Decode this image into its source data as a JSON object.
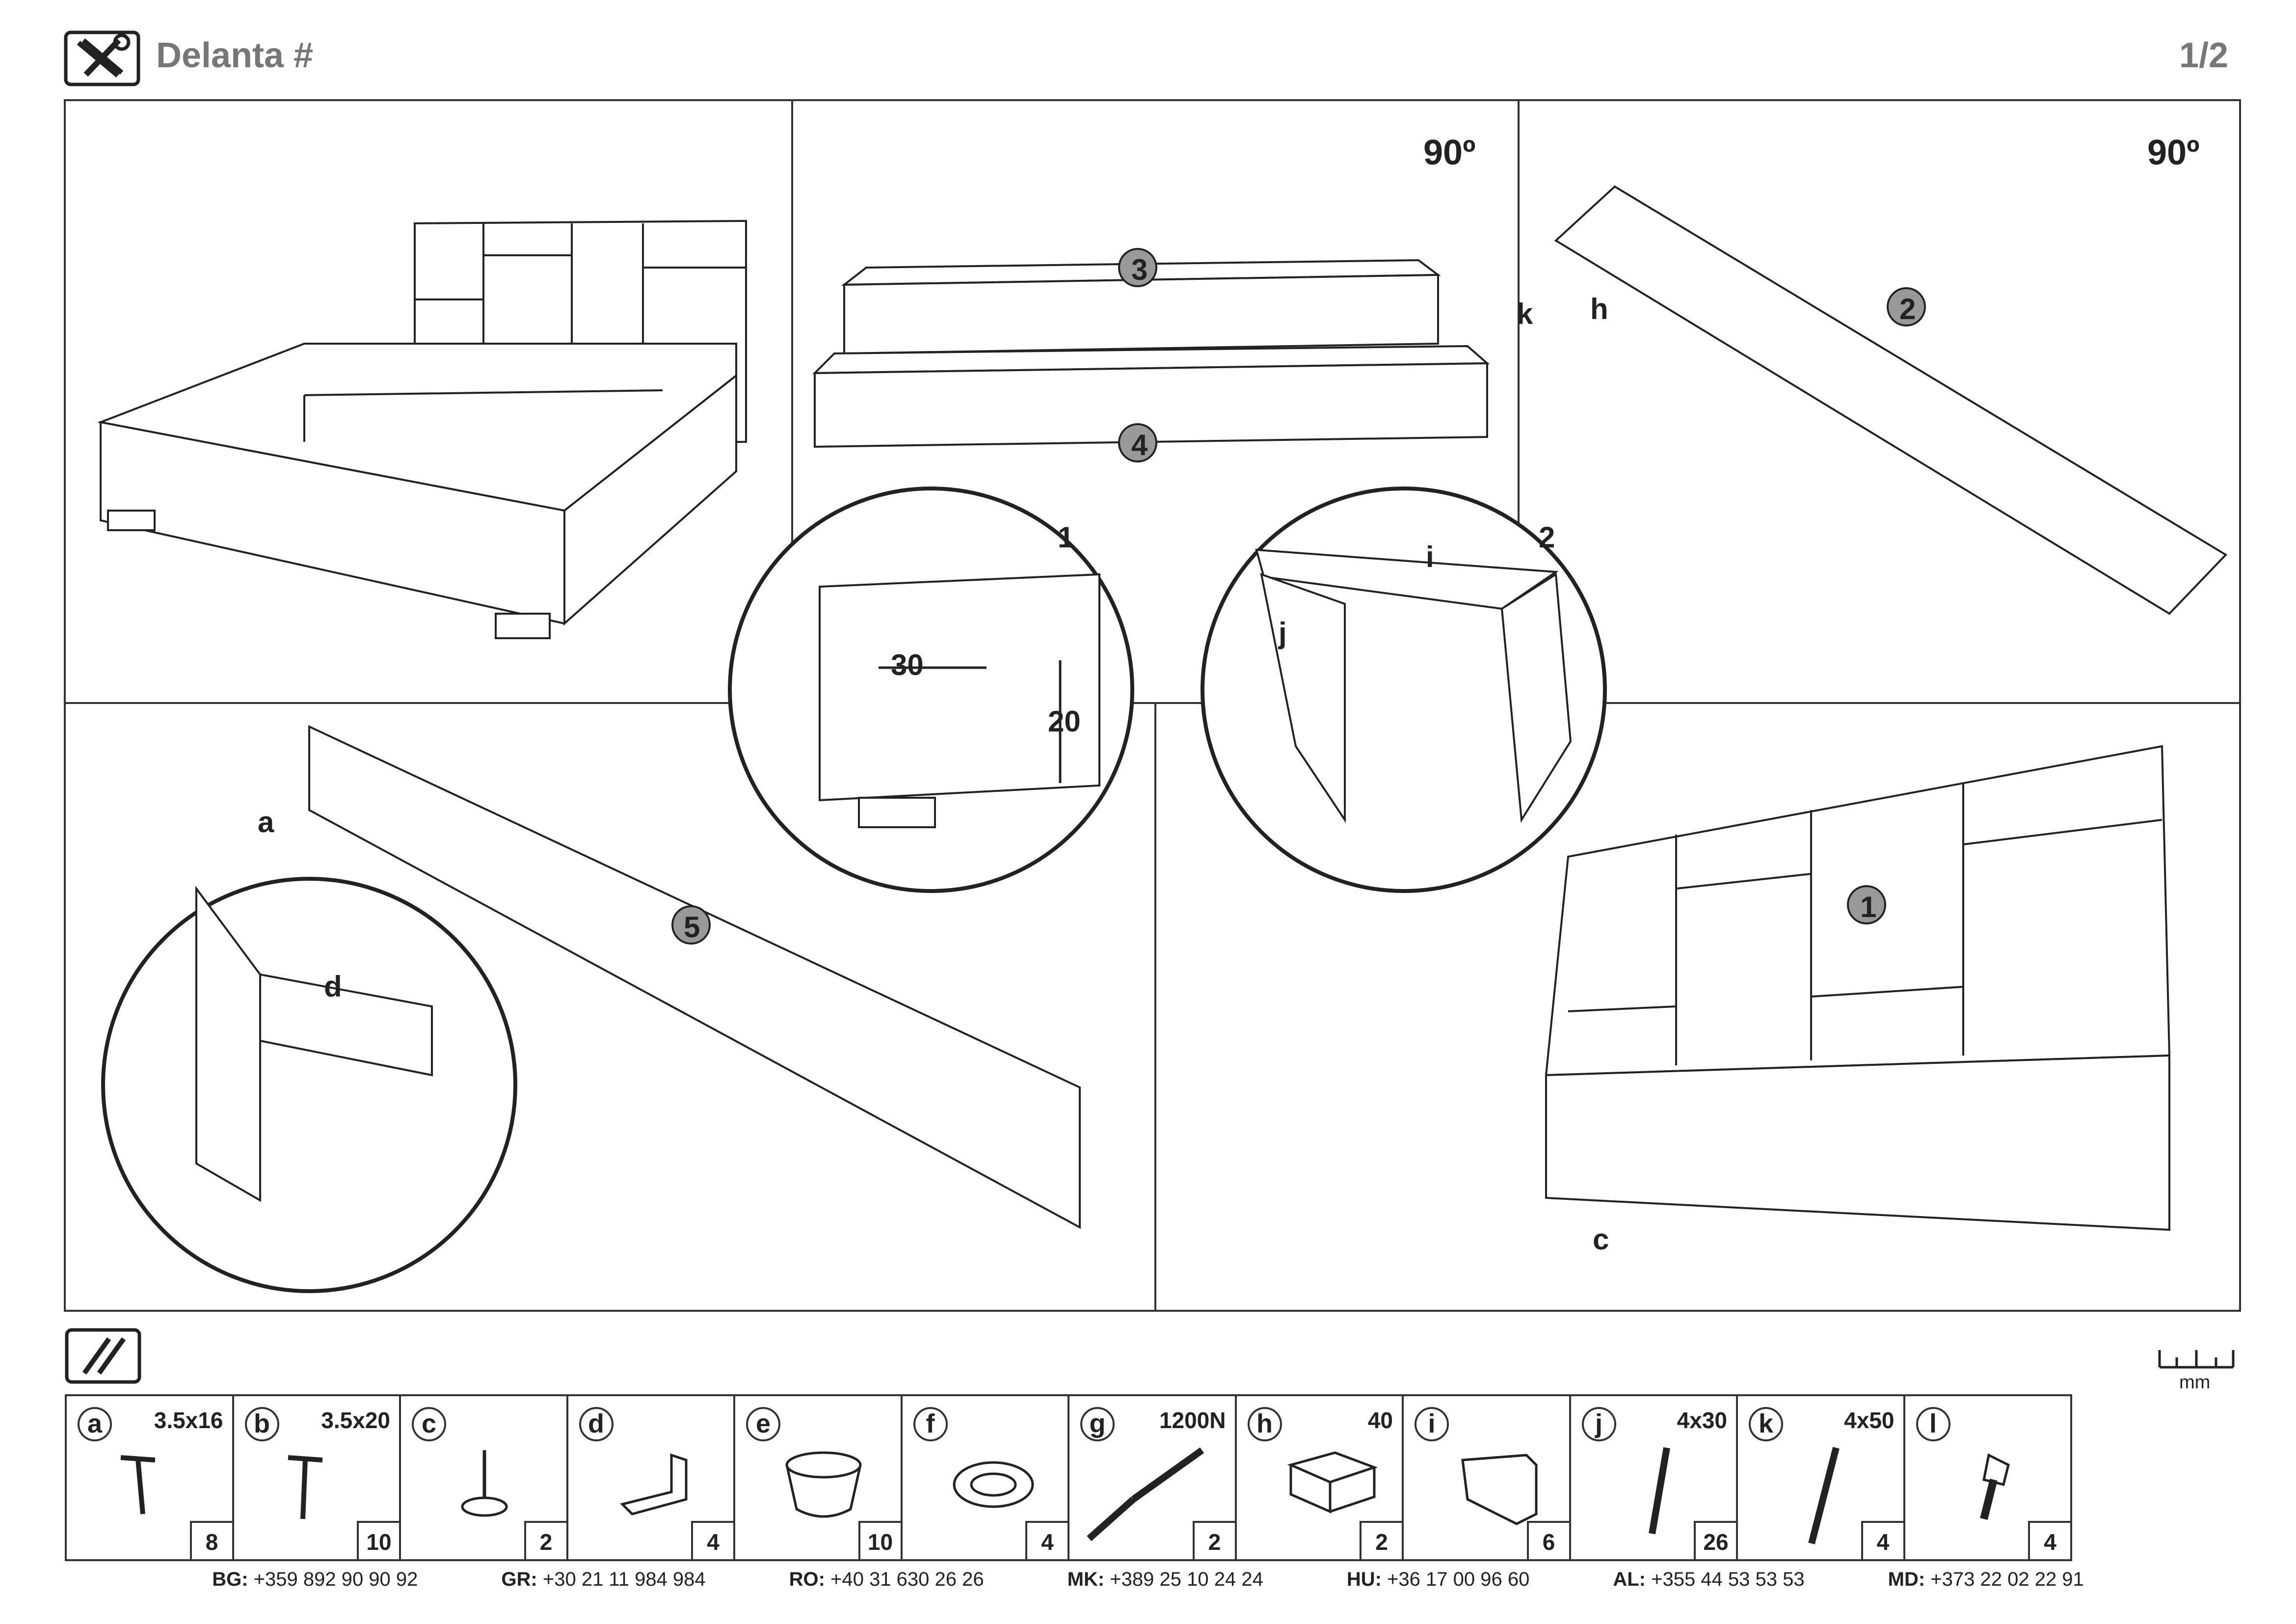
{
  "header": {
    "title": "Delanta #",
    "page": "1/2",
    "tools_icon": "wrench-screwdriver-icon"
  },
  "steps": {
    "rotate_label": "90º",
    "panel_labels": [
      "3",
      "4",
      "2",
      "5",
      "1"
    ],
    "detail_labels": [
      "1",
      "2"
    ],
    "dimension_30": "30",
    "dimension_20": "20",
    "part_letters": [
      "a",
      "c",
      "d",
      "h",
      "i",
      "j",
      "k"
    ]
  },
  "parts_icon": "screws-icon",
  "ruler_unit": "mm",
  "parts": [
    {
      "letter": "a",
      "size": "3.5x16",
      "qty": "8"
    },
    {
      "letter": "b",
      "size": "3.5x20",
      "qty": "10"
    },
    {
      "letter": "c",
      "size": "",
      "qty": "2"
    },
    {
      "letter": "d",
      "size": "",
      "qty": "4"
    },
    {
      "letter": "e",
      "size": "",
      "qty": "10"
    },
    {
      "letter": "f",
      "size": "",
      "qty": "4"
    },
    {
      "letter": "g",
      "size": "1200N",
      "qty": "2"
    },
    {
      "letter": "h",
      "size": "40",
      "qty": "2"
    },
    {
      "letter": "i",
      "size": "",
      "qty": "6"
    },
    {
      "letter": "j",
      "size": "4x30",
      "qty": "26"
    },
    {
      "letter": "k",
      "size": "4x50",
      "qty": "4"
    },
    {
      "letter": "l",
      "size": "",
      "qty": "4"
    }
  ],
  "contacts": [
    {
      "code": "BG:",
      "phone": "+359 892 90 90 92"
    },
    {
      "code": "GR:",
      "phone": "+30 21 11 984 984"
    },
    {
      "code": "RO:",
      "phone": "+40 31 630 26 26"
    },
    {
      "code": "MK:",
      "phone": "+389 25 10 24 24"
    },
    {
      "code": "HU:",
      "phone": "+36 17 00 96 60"
    },
    {
      "code": "AL:",
      "phone": "+355 44 53 53 53"
    },
    {
      "code": "MD:",
      "phone": "+373 22 02 22 91"
    }
  ]
}
